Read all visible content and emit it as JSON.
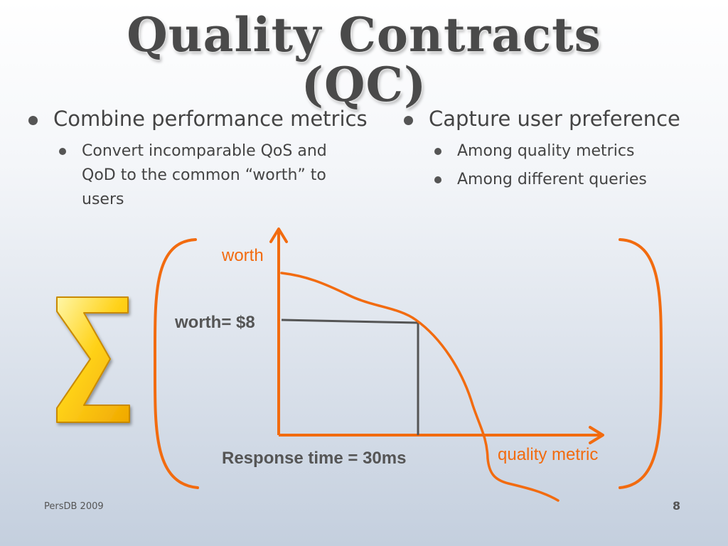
{
  "title_line1": "Quality Contracts",
  "title_line2": "(QC)",
  "left": {
    "bullet": "Combine performance metrics",
    "sub_bullets": [
      "Convert incomparable QoS and QoD to the common “worth” to users"
    ]
  },
  "right": {
    "bullet": "Capture user preference",
    "sub_bullets": [
      "Among quality metrics",
      "Among different queries"
    ]
  },
  "diagram": {
    "y_label": "worth",
    "x_label": "quality metric",
    "worth_marker": "worth= $8",
    "time_marker": "Response time = 30ms",
    "sigma": "∑"
  },
  "colors": {
    "accent": "#f26b0f",
    "sigma": "#ffd21a",
    "text": "#444444"
  },
  "footer": {
    "left": "PersDB 2009",
    "page": "8"
  }
}
